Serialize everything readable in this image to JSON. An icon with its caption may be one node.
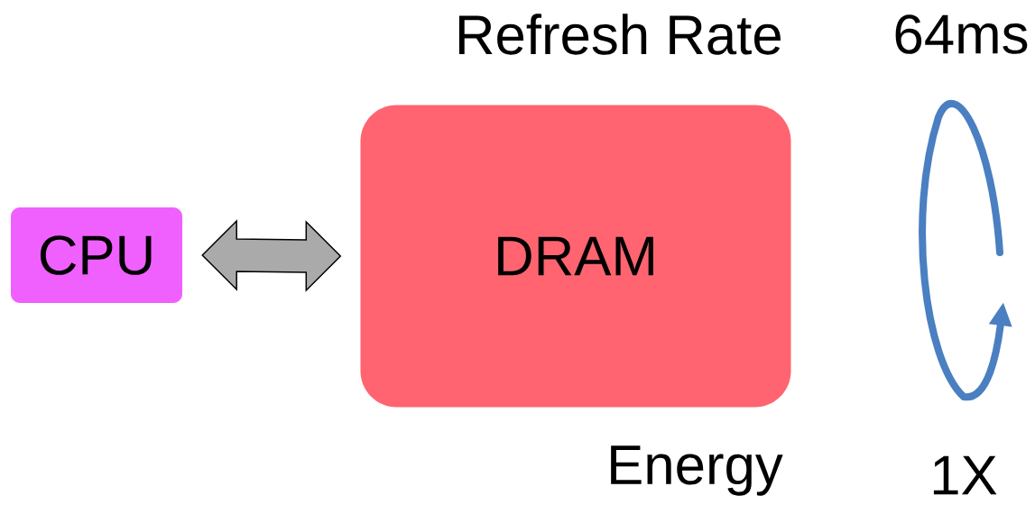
{
  "diagram": {
    "nodes": [
      {
        "text": [
          "CPU"
        ]
      },
      {
        "text": [
          "DRAM"
        ]
      }
    ],
    "edges": [
      {
        "from": 0,
        "to": 1,
        "arrow": "both"
      }
    ],
    "labels": [
      "Refresh Rate",
      "64ms",
      "Energy",
      "1X"
    ]
  }
}
